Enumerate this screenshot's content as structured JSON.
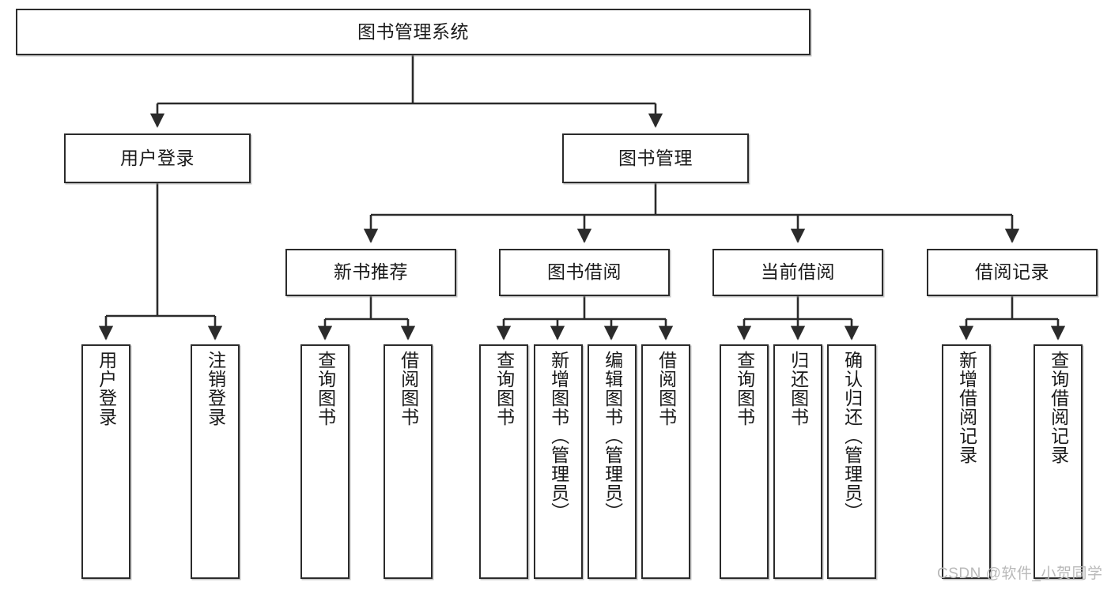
{
  "diagram": {
    "title": "图书管理系统",
    "watermark": "CSDN @软件_小贺同学",
    "line_color": "#2b2b2b",
    "box_fill": "#ffffff",
    "text_color": "#1a1a1a",
    "levels": {
      "root": "图书管理系统",
      "level2": [
        "用户登录",
        "图书管理"
      ],
      "level3": [
        "新书推荐",
        "图书借阅",
        "当前借阅",
        "借阅记录"
      ],
      "leaves": [
        "用户登录",
        "注销登录",
        "查询图书",
        "借阅图书",
        "查询图书",
        "新增图书（管理员）",
        "编辑图书（管理员）",
        "借阅图书",
        "查询图书",
        "归还图书",
        "确认归还（管理员）",
        "新增借阅记录",
        "查询借阅记录"
      ]
    },
    "nodes": {
      "root": {
        "label": "图书管理系统"
      },
      "user_login": {
        "label": "用户登录"
      },
      "book_manage": {
        "label": "图书管理"
      },
      "new_book_rec": {
        "label": "新书推荐"
      },
      "book_borrow": {
        "label": "图书借阅"
      },
      "current_borrow": {
        "label": "当前借阅"
      },
      "borrow_record": {
        "label": "借阅记录"
      },
      "leaf_user_login": {
        "label": "用户登录"
      },
      "leaf_logout": {
        "label": "注销登录"
      },
      "leaf_query_book_1": {
        "label": "查询图书"
      },
      "leaf_borrow_book_1": {
        "label": "借阅图书"
      },
      "leaf_query_book_2": {
        "label": "查询图书"
      },
      "leaf_add_book": {
        "label": "新增图书（管理员）"
      },
      "leaf_edit_book": {
        "label": "编辑图书（管理员）"
      },
      "leaf_borrow_book_2": {
        "label": "借阅图书"
      },
      "leaf_query_book_3": {
        "label": "查询图书"
      },
      "leaf_return_book": {
        "label": "归还图书"
      },
      "leaf_confirm_return": {
        "label": "确认归还（管理员）"
      },
      "leaf_add_record": {
        "label": "新增借阅记录"
      },
      "leaf_query_record": {
        "label": "查询借阅记录"
      }
    }
  }
}
